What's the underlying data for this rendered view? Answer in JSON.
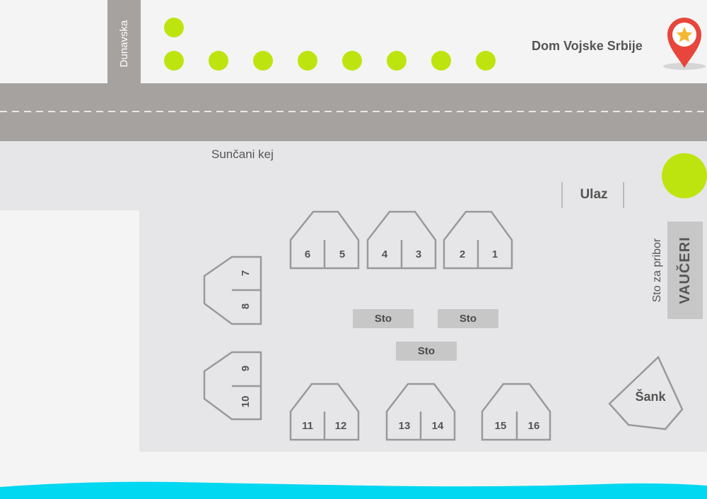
{
  "streets": {
    "vertical_street": "Dunavska",
    "quay": "Sunčani kej"
  },
  "landmark": {
    "name": "Dom Vojske Srbije",
    "pin_color": "#e8463c",
    "star_color": "#f5b82e"
  },
  "venue": {
    "entrance": "Ulaz",
    "voucher_table": "Sto za pribor",
    "vouchers": "VAUČERI",
    "bar": "Šank",
    "service_tables": [
      "Sto",
      "Sto",
      "Sto"
    ]
  },
  "tables": {
    "top_row": [
      {
        "left": "6",
        "right": "5"
      },
      {
        "left": "4",
        "right": "3"
      },
      {
        "left": "2",
        "right": "1"
      }
    ],
    "left_column": [
      {
        "upper": "7",
        "lower": "8"
      },
      {
        "upper": "9",
        "lower": "10"
      }
    ],
    "bottom_row": [
      {
        "left": "11",
        "right": "12"
      },
      {
        "left": "13",
        "right": "14"
      },
      {
        "left": "15",
        "right": "16"
      }
    ]
  },
  "colors": {
    "road": "#a5a2a0",
    "venue_area": "#e6e6e8",
    "tree": "#bde40f",
    "water": "#00d7f0",
    "outline": "#999999"
  }
}
